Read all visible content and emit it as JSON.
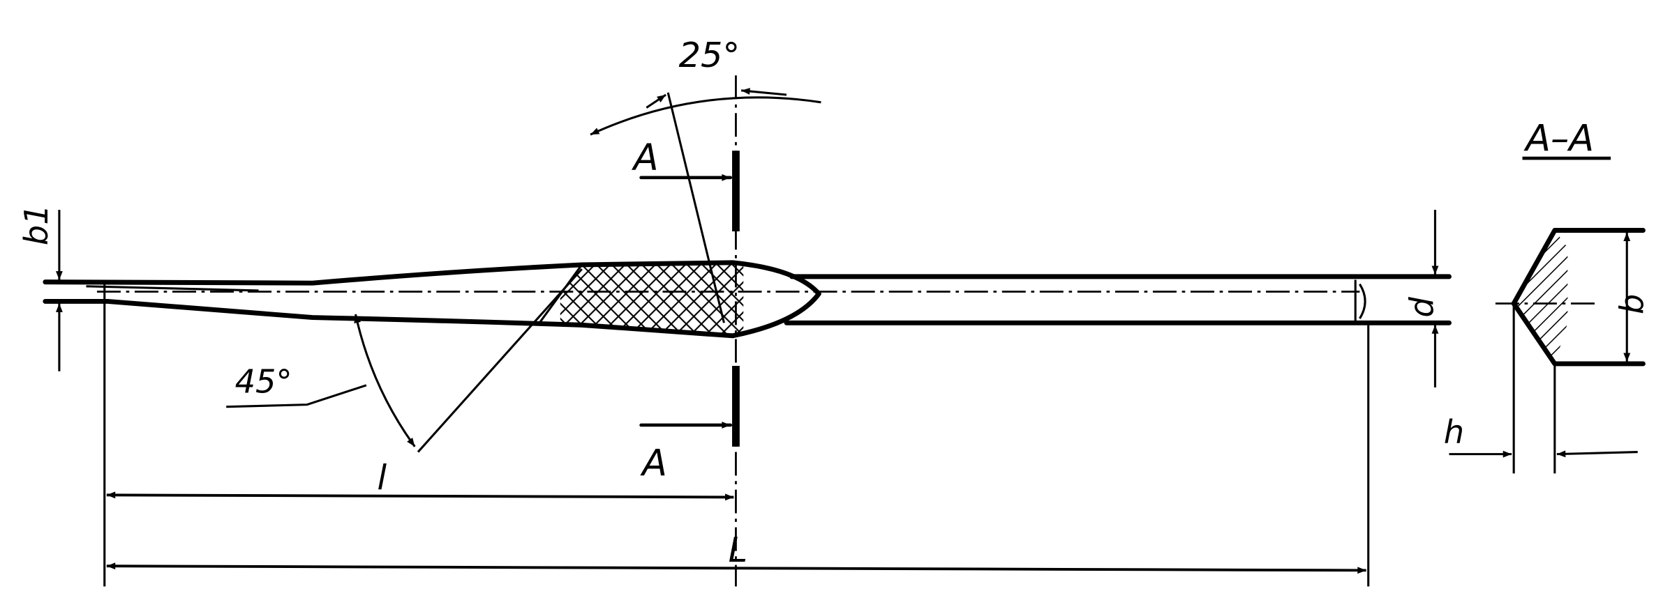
{
  "drawing": {
    "labels": {
      "angle_tip": "25°",
      "angle_bevel": "45°",
      "section_mark_top": "A",
      "section_mark_bottom": "A",
      "section_title": "A–A",
      "dim_b1": "b1",
      "dim_l": "l",
      "dim_L": "L",
      "dim_d": "d",
      "dim_b": "b",
      "dim_h": "h"
    }
  }
}
